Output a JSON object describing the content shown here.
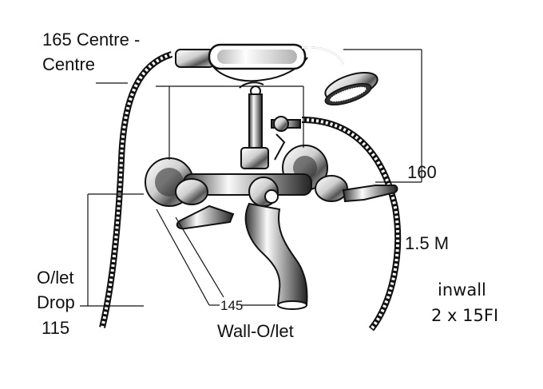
{
  "labels": {
    "centre_line1": "165 Centre -",
    "centre_line2": "Centre",
    "handshower_height": "160",
    "hose_length": "1.5 M",
    "outlet_line1": "O/let",
    "outlet_line2": "Drop",
    "outlet_value": "115",
    "wall_outlet_value": "145",
    "wall_outlet_label": "Wall-O/let",
    "inwall_line1": "inwall",
    "inwall_line2": "2 x 15FI"
  },
  "colors": {
    "ink": "#111111",
    "chrome_light": "#e8e8e8",
    "chrome_mid": "#9a9a9a",
    "background": "#ffffff"
  }
}
